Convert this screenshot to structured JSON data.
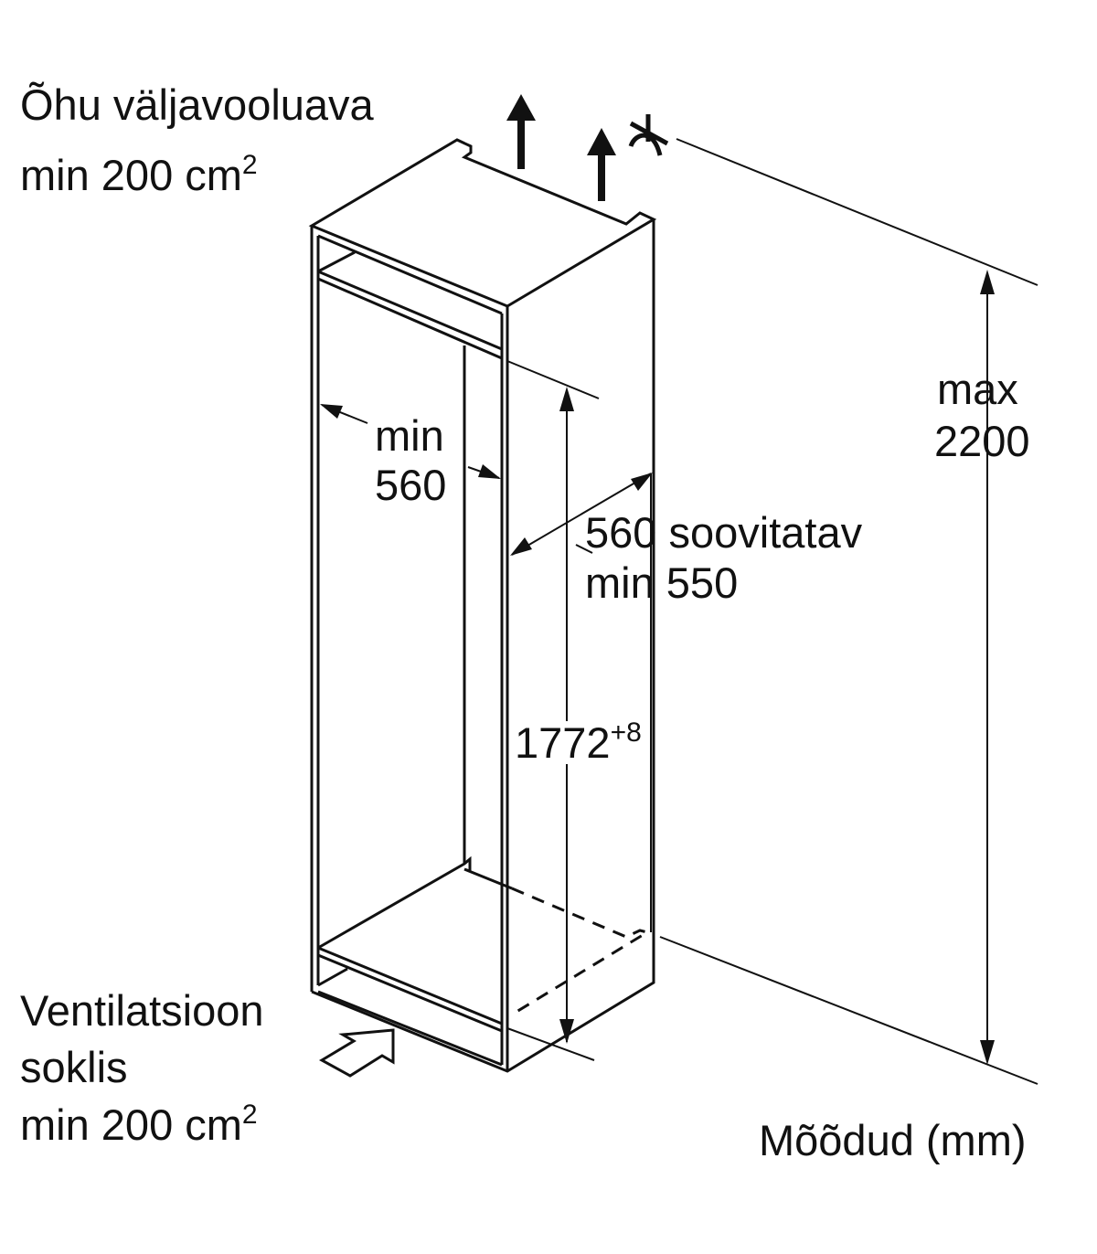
{
  "labels": {
    "air_outlet_line1": "Õhu väljavooluava",
    "air_outlet_line2": "min 200 cm",
    "air_outlet_sup": "2",
    "max_line1": "max",
    "max_line2": "2200",
    "niche_width_line1": "min",
    "niche_width_line2": "560",
    "depth_line1": "560 soovitatav",
    "depth_line2": "min 550",
    "height_value": "1772",
    "height_tolerance": "+8",
    "vent_line1": "Ventilatsioon",
    "vent_line2": "soklis",
    "vent_line3": "min 200 cm",
    "vent_sup": "2",
    "units_note": "Mõõdud (mm)"
  },
  "colors": {
    "line": "#111111",
    "background": "#ffffff"
  }
}
